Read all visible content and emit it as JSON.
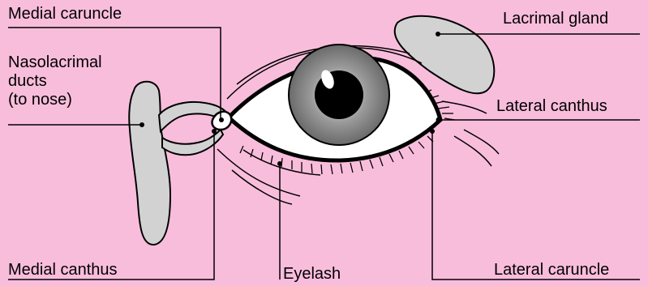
{
  "diagram": {
    "colors": {
      "background": "#f9bddc",
      "tissue": "#d2d2d2",
      "outline": "#000000",
      "sclera": "#ffffff"
    },
    "labels": {
      "medial_caruncle": "Medial caruncle",
      "nasolacrimal_line1": "Nasolacrimal",
      "nasolacrimal_line2": "ducts",
      "nasolacrimal_line3": "(to nose)",
      "medial_canthus": "Medial canthus",
      "eyelash": "Eyelash",
      "lacrimal_gland": "Lacrimal gland",
      "lateral_canthus": "Lateral canthus",
      "lateral_caruncle": "Lateral caruncle"
    }
  }
}
